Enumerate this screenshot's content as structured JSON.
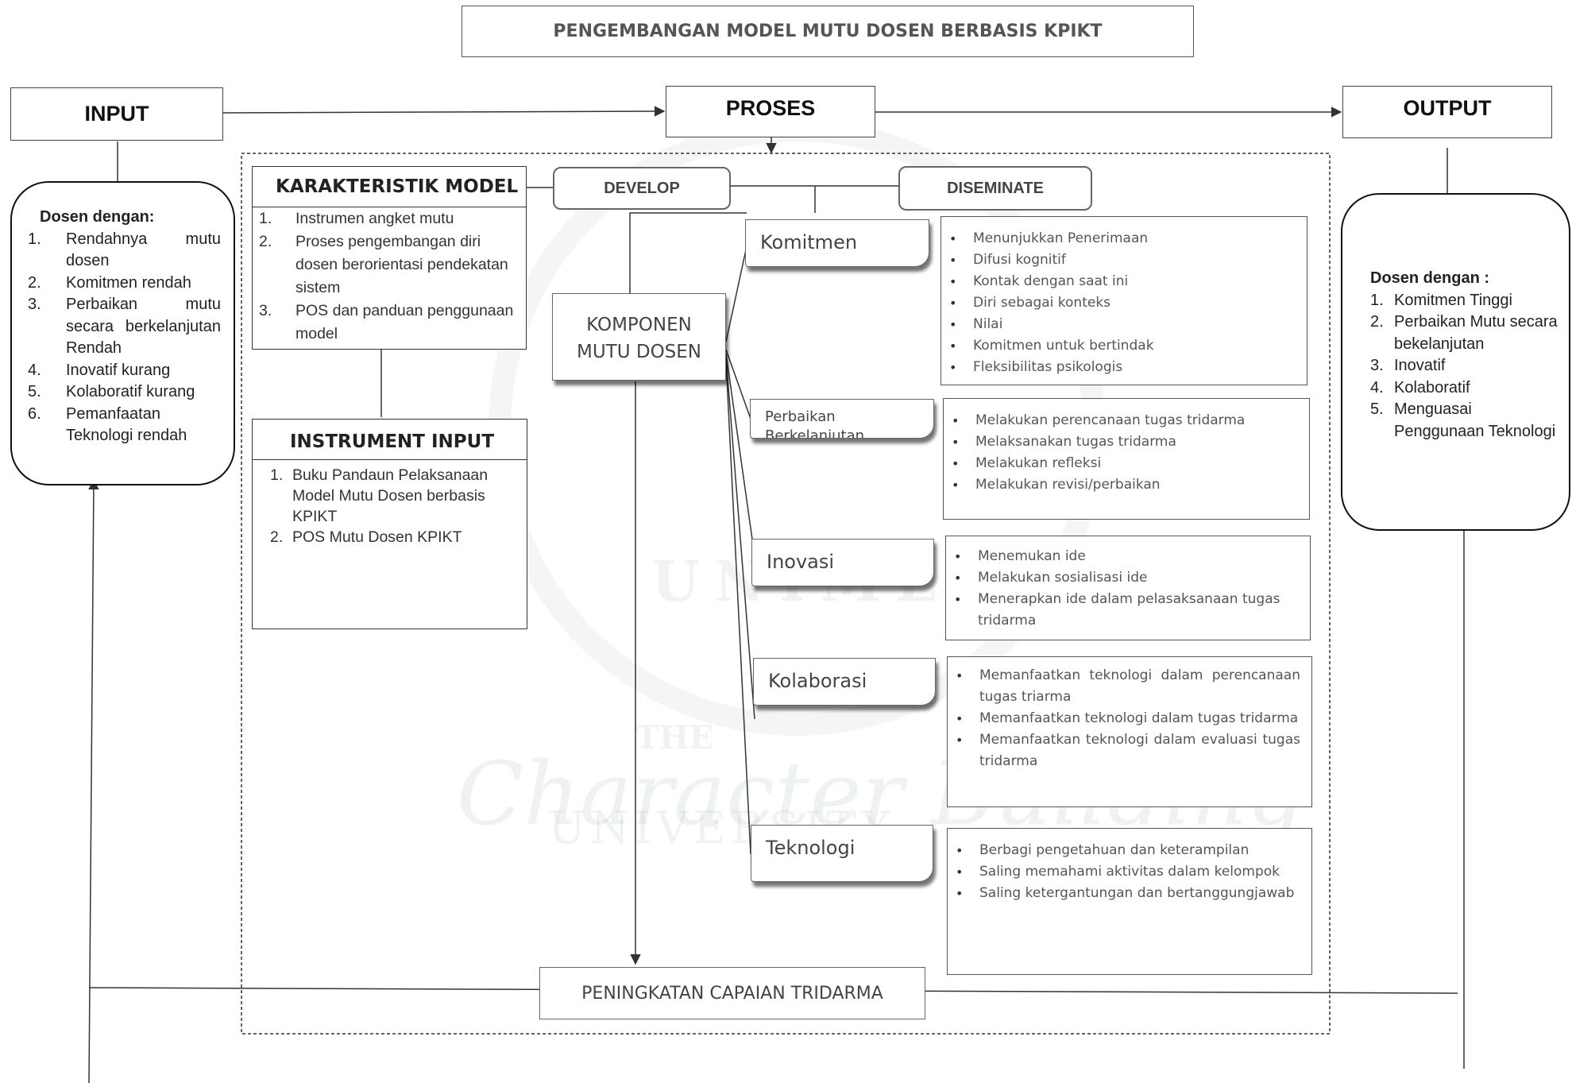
{
  "title": "PENGEMBANGAN MODEL MUTU DOSEN BERBASIS KPIKT",
  "input": {
    "label": "INPUT",
    "heading": "Dosen dengan:",
    "items": [
      {
        "n": "1.",
        "text": "Rendahnya mutu dosen"
      },
      {
        "n": "2.",
        "text": "Komitmen rendah"
      },
      {
        "n": "3.",
        "text": "Perbaikan mutu secara berkelanjutan Rendah"
      },
      {
        "n": "4.",
        "text": "Inovatif kurang"
      },
      {
        "n": "5.",
        "text": "Kolaboratif kurang"
      },
      {
        "n": "6.",
        "text": "Pemanfaatan Teknologi rendah"
      }
    ]
  },
  "proses": {
    "label": "PROSES"
  },
  "output": {
    "label": "OUTPUT",
    "heading": "Dosen dengan :",
    "items": [
      {
        "n": "1.",
        "text": "Komitmen Tinggi"
      },
      {
        "n": "2.",
        "text": "Perbaikan Mutu secara bekelanjutan"
      },
      {
        "n": "3.",
        "text": "Inovatif"
      },
      {
        "n": "4.",
        "text": "Kolaboratif"
      },
      {
        "n": "5.",
        "text": "Menguasai Penggunaan Teknologi"
      }
    ]
  },
  "karakteristik": {
    "title": "KARAKTERISTIK MODEL",
    "items": [
      {
        "n": "1.",
        "text": "Instrumen angket mutu"
      },
      {
        "n": "2.",
        "text": "Proses pengembangan diri dosen berorientasi pendekatan sistem"
      },
      {
        "n": "3.",
        "text": "POS dan panduan penggunaan model"
      }
    ]
  },
  "instrument": {
    "title": "INSTRUMENT INPUT",
    "items": [
      {
        "n": "1.",
        "text": "Buku Pandaun Pelaksanaan Model Mutu Dosen berbasis KPIKT"
      },
      {
        "n": "2.",
        "text": "POS Mutu Dosen KPIKT"
      }
    ]
  },
  "develop": {
    "label": "DEVELOP"
  },
  "diseminate": {
    "label": "DISEMINATE"
  },
  "komponen": {
    "label": "KOMPONEN MUTU DOSEN"
  },
  "components": [
    {
      "label": "Komitmen",
      "details": [
        "Menunjukkan Penerimaan",
        "Difusi kognitif",
        "Kontak dengan saat ini",
        "Diri sebagai konteks",
        "Nilai",
        "Komitmen untuk bertindak",
        "Fleksibilitas psikologis"
      ]
    },
    {
      "label": "Perbaikan Berkelanjutan",
      "details": [
        "Melakukan perencanaan tugas tridarma",
        "Melaksanakan tugas tridarma",
        "Melakukan refleksi",
        "Melakukan revisi/perbaikan"
      ]
    },
    {
      "label": "Inovasi",
      "details": [
        "Menemukan ide",
        "Melakukan sosialisasi ide",
        "Menerapkan ide dalam pelasaksanaan tugas tridarma"
      ]
    },
    {
      "label": "Kolaborasi",
      "details": [
        "Memanfaatkan teknologi dalam perencanaan tugas triarma",
        "Memanfaatkan teknologi dalam tugas tridarma",
        "Memanfaatkan teknologi dalam evaluasi tugas tridarma"
      ]
    },
    {
      "label": "Teknologi",
      "details": [
        "Berbagi pengetahuan dan keterampilan",
        "Saling memahami aktivitas dalam kelompok",
        "Saling ketergantungan dan bertanggungjawab"
      ]
    }
  ],
  "peningkatan": {
    "label": "PENINGKATAN CAPAIAN TRIDARMA"
  },
  "watermark": {
    "line1": "UNIMED",
    "line2": "THE",
    "line3": "Character Building",
    "line4": "UNIVERSITY"
  }
}
